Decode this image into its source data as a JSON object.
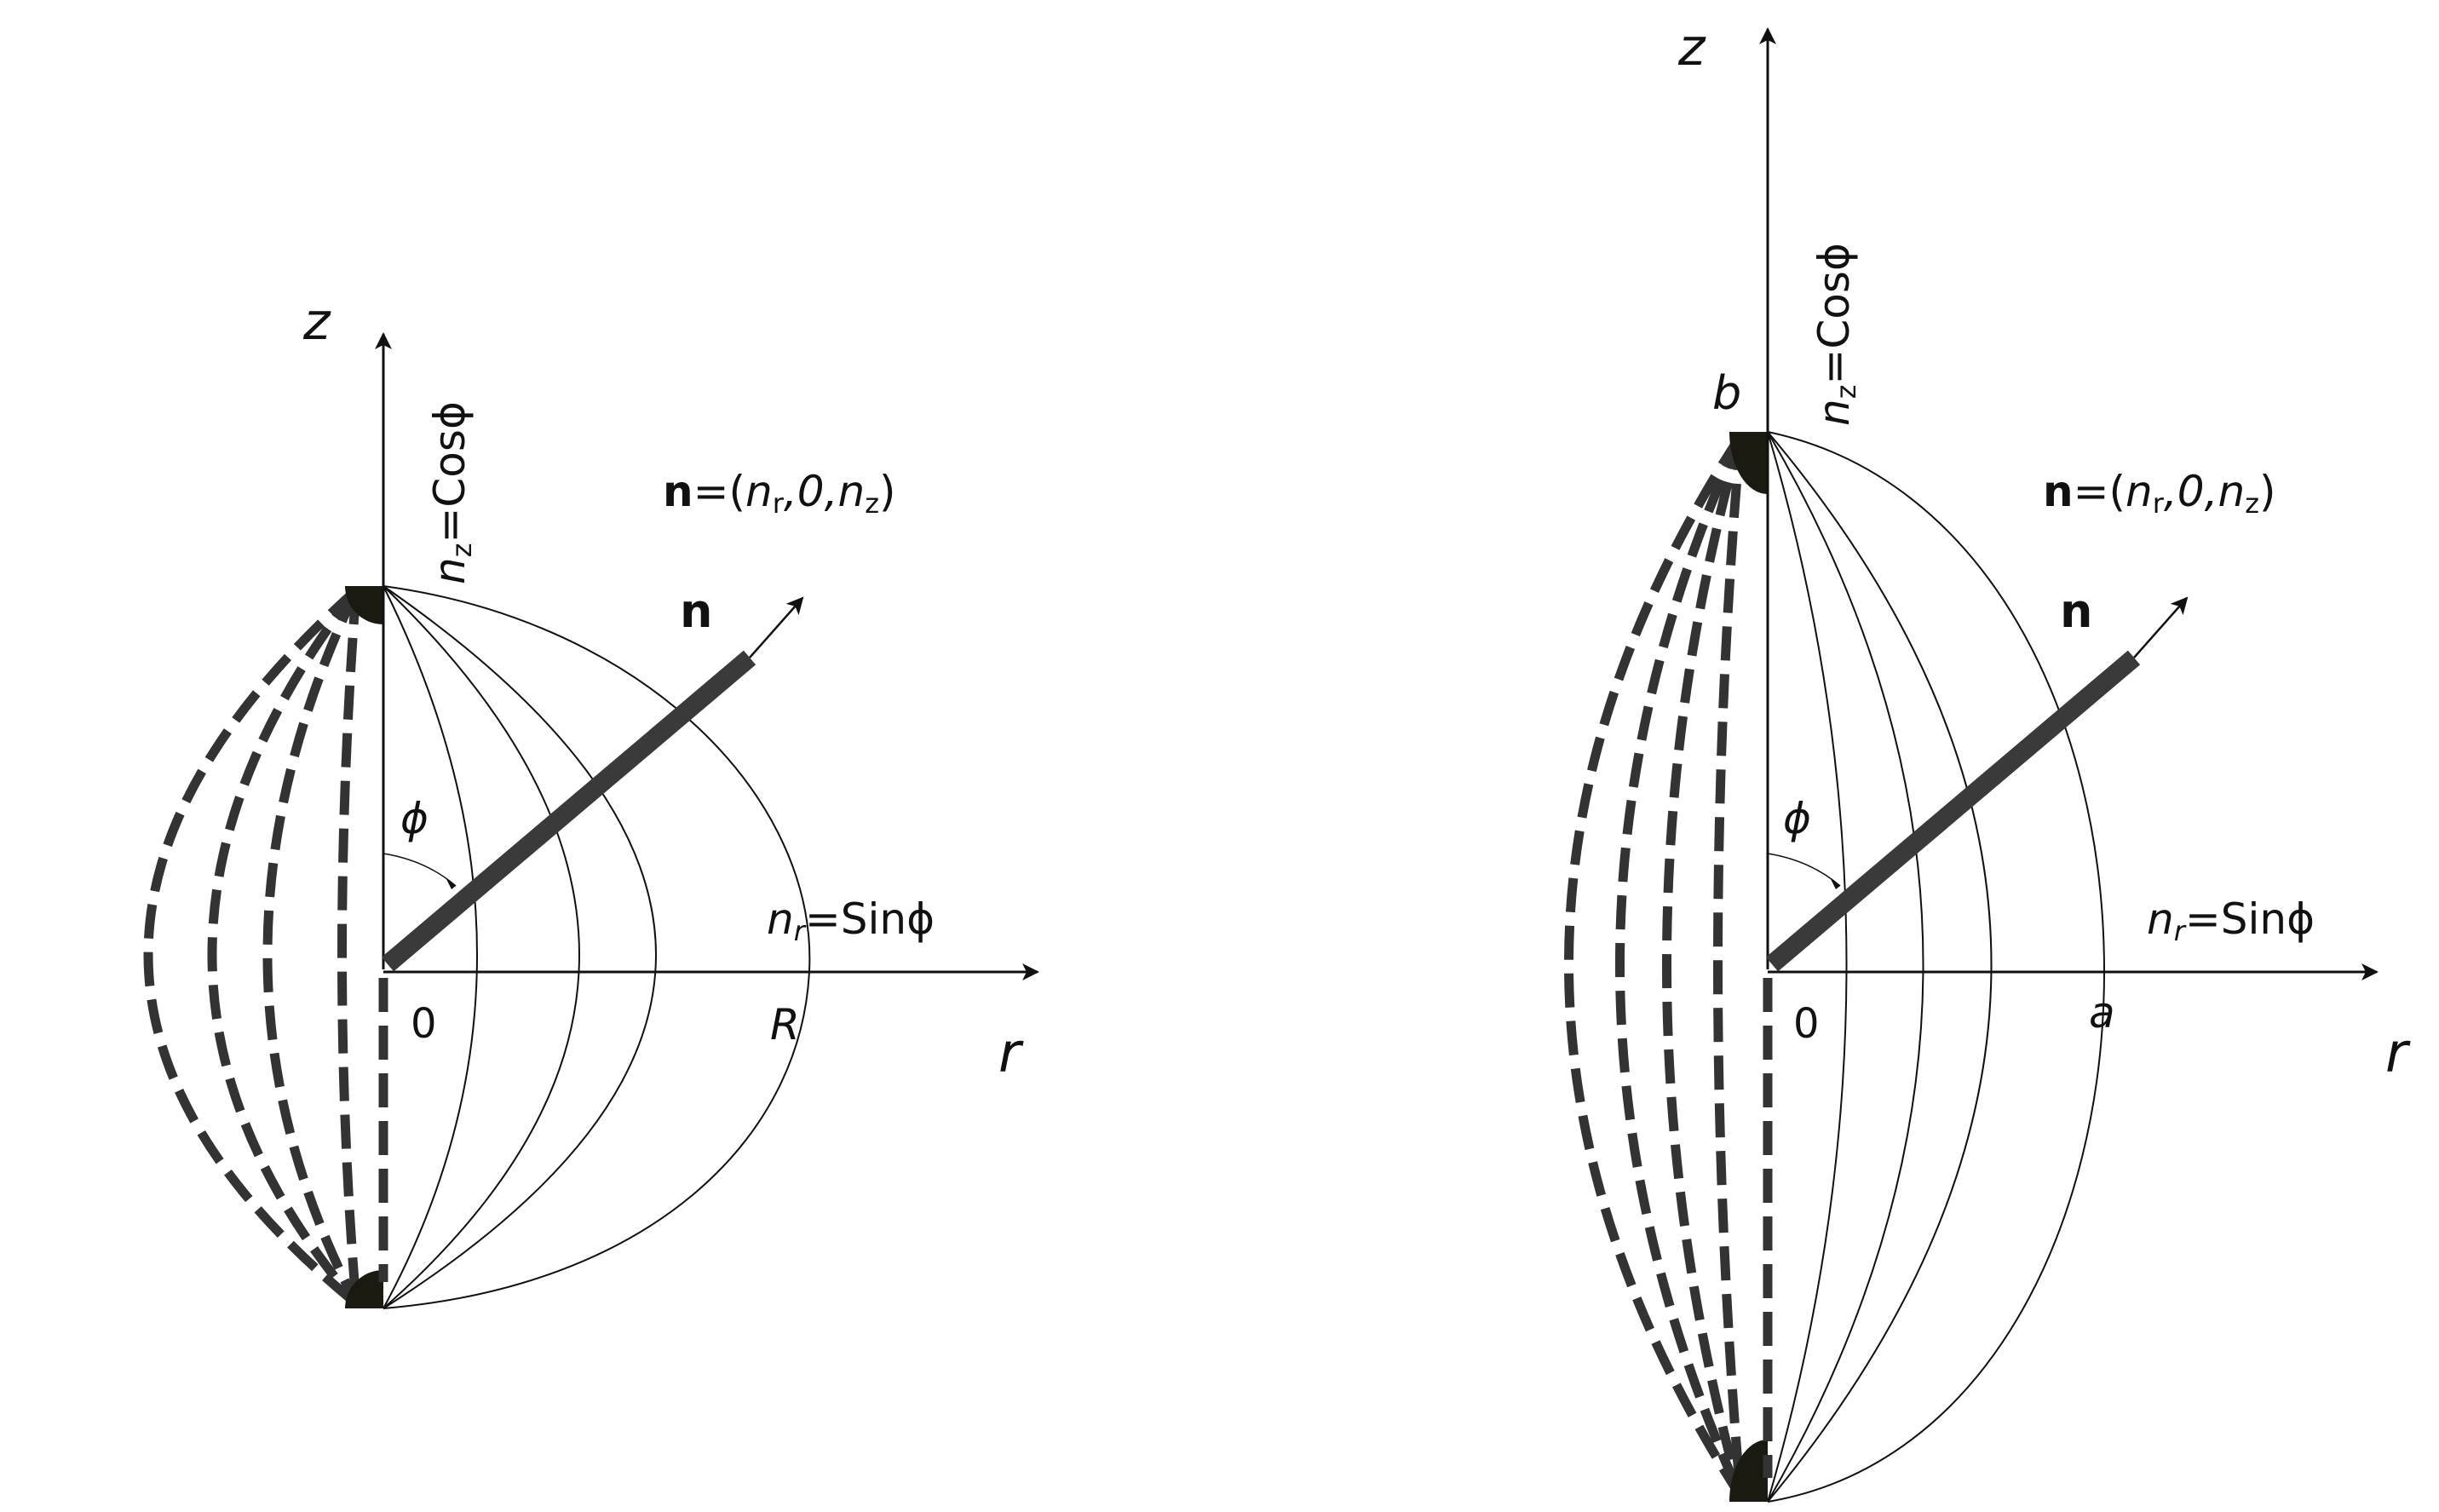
{
  "colors": {
    "ink": "#111111",
    "fiber": "#3a3a3a",
    "meridian_fill": "#1a1a10"
  },
  "left_panel": {
    "shape": "sphere",
    "z_axis_label": "z",
    "r_axis_label": "r",
    "nz_symbol": "n",
    "nz_subscript": "z",
    "nz_expression": "=Cosϕ",
    "nr_symbol": "n",
    "nr_subscript": "r",
    "nr_expression": "=Sinϕ",
    "vector_equation": {
      "bold_n": "n",
      "eq_open": "=(",
      "nr_n": "n",
      "nr_sub": "r",
      "mid": ",0,",
      "nz_n": "n",
      "nz_sub": "z",
      "close": ")"
    },
    "vector_label": "n",
    "angle_label": "ϕ",
    "origin_label": "0",
    "extent_label": "R"
  },
  "right_panel": {
    "shape": "prolate spheroid",
    "z_axis_label": "z",
    "r_axis_label": "r",
    "nz_symbol": "n",
    "nz_subscript": "z",
    "nz_expression": "=Cosϕ",
    "nr_symbol": "n",
    "nr_subscript": "r",
    "nr_expression": "=Sinϕ",
    "vector_equation": {
      "bold_n": "n",
      "eq_open": "=(",
      "nr_n": "n",
      "nr_sub": "r",
      "mid": ",0,",
      "nz_n": "n",
      "nz_sub": "z",
      "close": ")"
    },
    "vector_label": "n",
    "angle_label": "ϕ",
    "origin_label": "0",
    "extent_label": "a",
    "top_label": "b"
  }
}
